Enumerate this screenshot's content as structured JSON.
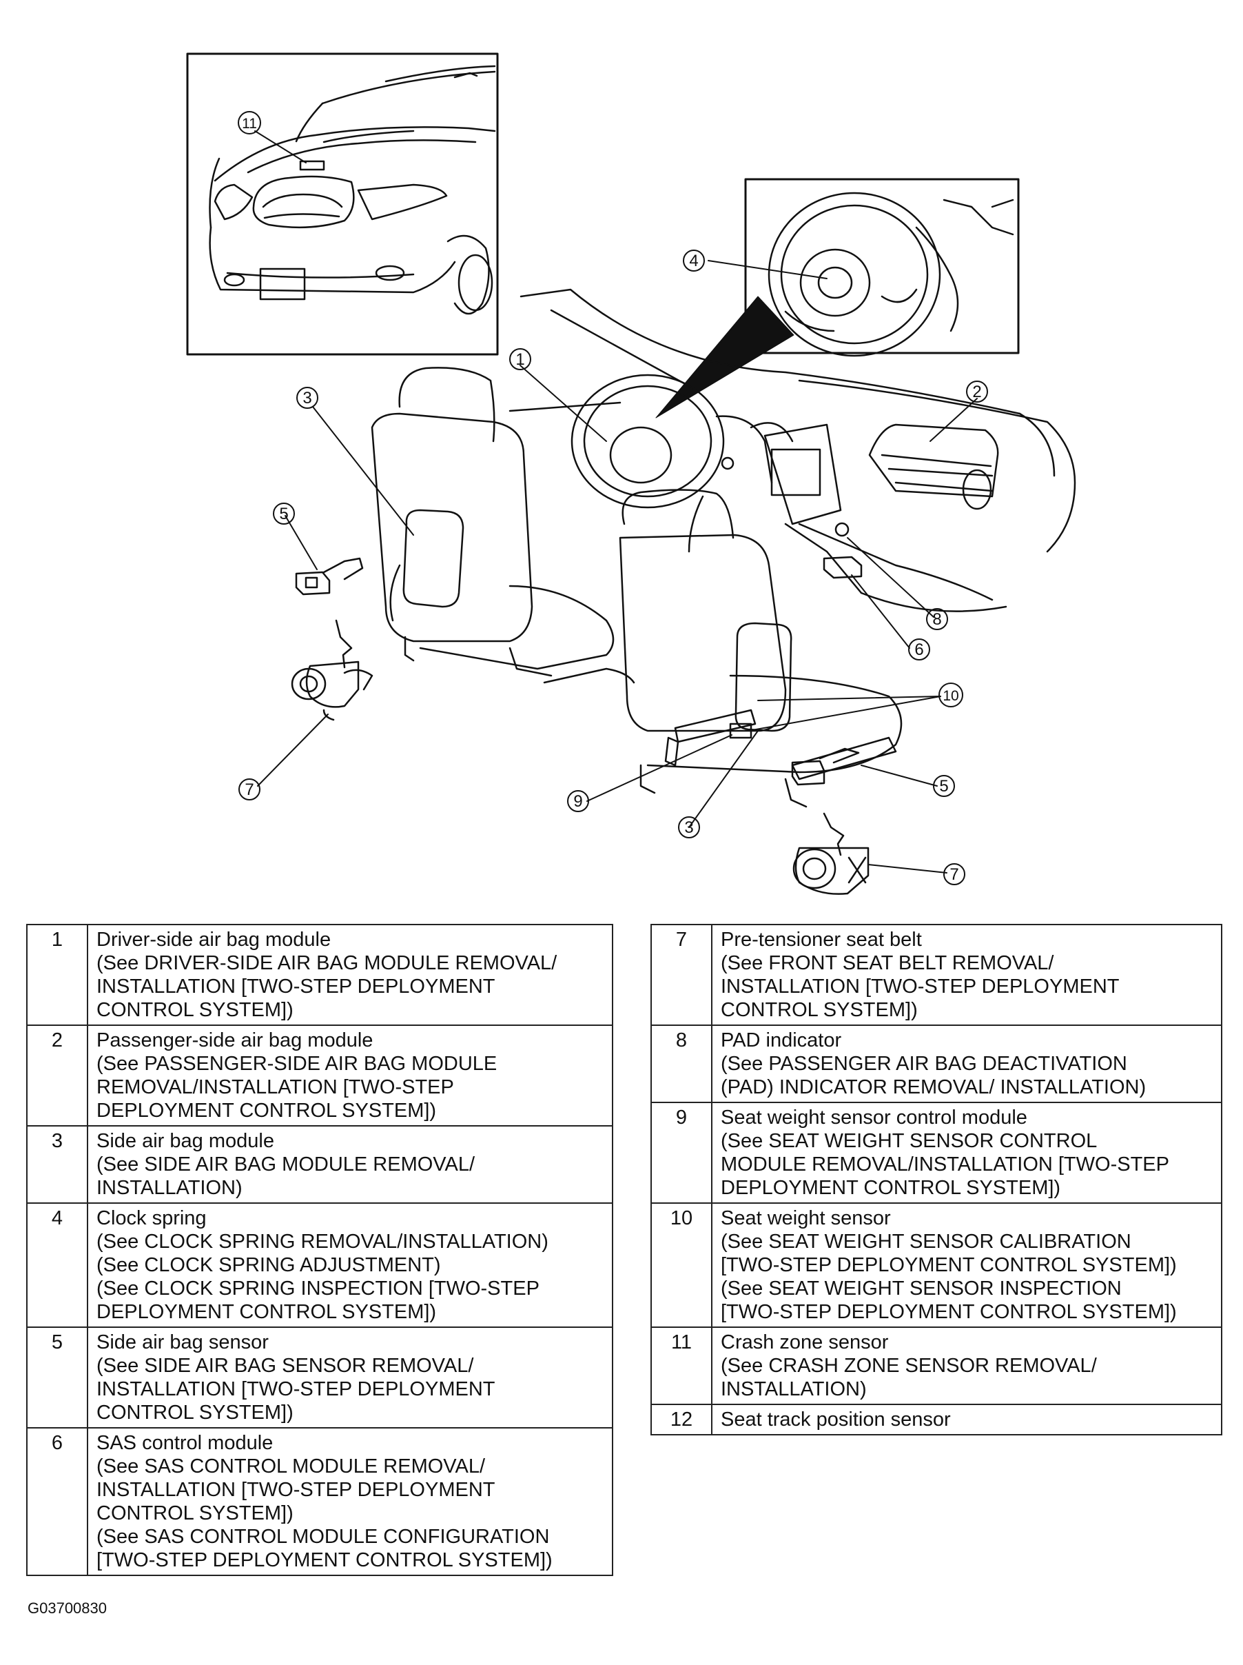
{
  "figure_id": "G03700830",
  "callouts": [
    "1",
    "2",
    "3",
    "4",
    "5",
    "6",
    "7",
    "8",
    "9",
    "10",
    "11",
    "3",
    "5",
    "7"
  ],
  "legend_left": [
    {
      "num": "1",
      "title": "Driver-side air bag module",
      "lines": [
        "(See DRIVER-SIDE AIR BAG MODULE REMOVAL/",
        "INSTALLATION [TWO-STEP DEPLOYMENT",
        "CONTROL SYSTEM])"
      ]
    },
    {
      "num": "2",
      "title": "Passenger-side air bag module",
      "lines": [
        "(See PASSENGER-SIDE AIR BAG MODULE",
        "REMOVAL/INSTALLATION [TWO-STEP",
        "DEPLOYMENT CONTROL SYSTEM])"
      ]
    },
    {
      "num": "3",
      "title": "Side air bag module",
      "lines": [
        "(See SIDE AIR BAG MODULE REMOVAL/",
        "INSTALLATION)"
      ]
    },
    {
      "num": "4",
      "title": "Clock spring",
      "lines": [
        "(See  CLOCK SPRING REMOVAL/INSTALLATION)",
        "(See CLOCK SPRING ADJUSTMENT)",
        "(See CLOCK SPRING INSPECTION [TWO-STEP",
        "DEPLOYMENT CONTROL SYSTEM])"
      ]
    },
    {
      "num": "5",
      "title": "Side air bag sensor",
      "lines": [
        "(See  SIDE AIR BAG SENSOR REMOVAL/",
        "INSTALLATION [TWO-STEP DEPLOYMENT",
        "CONTROL SYSTEM])"
      ]
    },
    {
      "num": "6",
      "title": "SAS control module",
      "lines": [
        "(See SAS CONTROL MODULE REMOVAL/",
        "INSTALLATION [TWO-STEP DEPLOYMENT",
        "CONTROL SYSTEM])",
        "(See SAS CONTROL MODULE CONFIGURATION",
        "[TWO-STEP DEPLOYMENT CONTROL SYSTEM])"
      ]
    }
  ],
  "legend_right": [
    {
      "num": "7",
      "title": "Pre-tensioner seat belt",
      "lines": [
        "(See FRONT SEAT BELT REMOVAL/",
        "INSTALLATION [TWO-STEP DEPLOYMENT",
        "CONTROL SYSTEM])"
      ]
    },
    {
      "num": "8",
      "title": "PAD indicator",
      "lines": [
        "(See PASSENGER AIR BAG DEACTIVATION",
        "(PAD) INDICATOR REMOVAL/ INSTALLATION)"
      ]
    },
    {
      "num": "9",
      "title": "Seat weight sensor control module",
      "lines": [
        "(See SEAT WEIGHT SENSOR CONTROL",
        "MODULE REMOVAL/INSTALLATION [TWO-STEP",
        "DEPLOYMENT CONTROL SYSTEM])"
      ]
    },
    {
      "num": "10",
      "title": "Seat weight sensor",
      "lines": [
        "(See  SEAT WEIGHT SENSOR CALIBRATION",
        "[TWO-STEP DEPLOYMENT CONTROL SYSTEM])",
        "(See SEAT WEIGHT SENSOR INSPECTION",
        "[TWO-STEP DEPLOYMENT CONTROL SYSTEM])"
      ]
    },
    {
      "num": "11",
      "title": "Crash zone sensor",
      "lines": [
        "(See CRASH ZONE SENSOR REMOVAL/",
        "INSTALLATION)"
      ]
    },
    {
      "num": "12",
      "title": "Seat track position sensor",
      "lines": []
    }
  ]
}
